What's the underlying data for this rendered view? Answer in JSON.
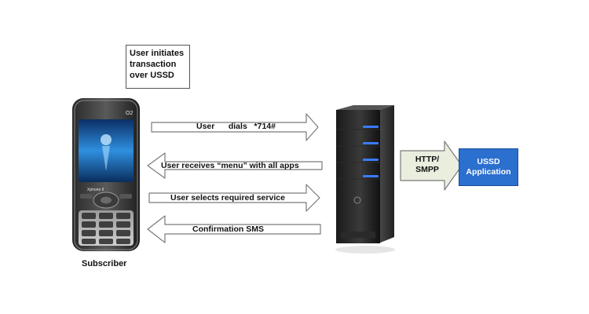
{
  "callout": {
    "lines": [
      "User initiates",
      "transaction",
      "over USSD"
    ]
  },
  "subscriber_label": "Subscriber",
  "phone": {
    "brand": "O2",
    "model": "Xphone II"
  },
  "flows": [
    {
      "label": "User      dials   *714#",
      "direction": "right"
    },
    {
      "label": "User receives “menu” with all apps",
      "direction": "left"
    },
    {
      "label": "User selects required service",
      "direction": "right"
    },
    {
      "label": "Confirmation SMS",
      "direction": "left"
    }
  ],
  "protocol_label": {
    "lines": [
      "HTTP/",
      "SMPP"
    ]
  },
  "application": {
    "lines": [
      "USSD",
      "Application"
    ]
  },
  "colors": {
    "application_fill": "#2b6fcf",
    "protocol_arrow_fill": "#e9eedf",
    "server_led": "#3a7bff"
  },
  "icons": [
    "mobile-phone-icon",
    "server-icon"
  ]
}
